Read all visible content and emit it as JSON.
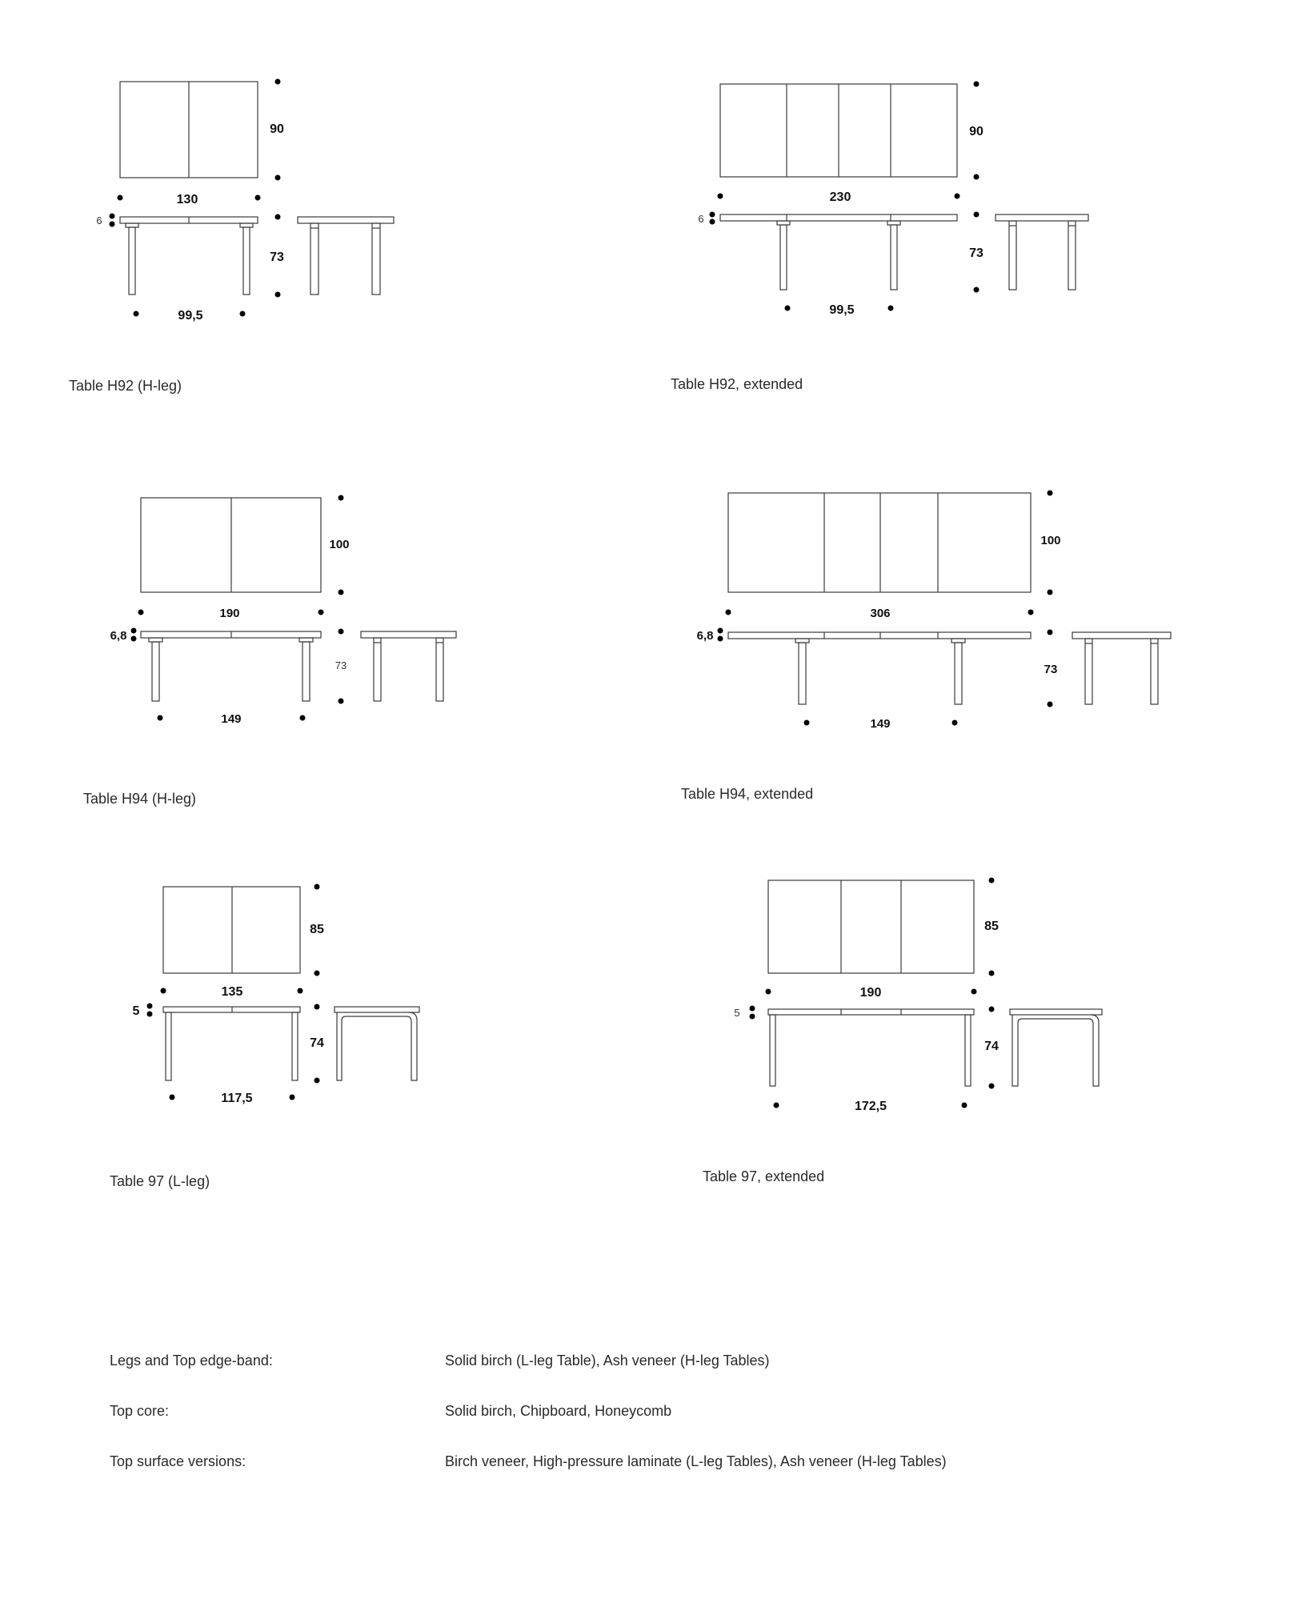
{
  "diagrams": [
    {
      "caption": "Table H92 (H-leg)",
      "depth": "90",
      "length": "130",
      "top_thickness": "6",
      "height": "73",
      "leg_span": "99,5"
    },
    {
      "caption": "Table H92, extended",
      "depth": "90",
      "length": "230",
      "top_thickness": "6",
      "height": "73",
      "leg_span": "99,5"
    },
    {
      "caption": "Table H94 (H-leg)",
      "depth": "100",
      "length": "190",
      "top_thickness": "6,8",
      "height": "73",
      "leg_span": "149"
    },
    {
      "caption": "Table H94, extended",
      "depth": "100",
      "length": "306",
      "top_thickness": "6,8",
      "height": "73",
      "leg_span": "149"
    },
    {
      "caption": "Table 97 (L-leg)",
      "depth": "85",
      "length": "135",
      "top_thickness": "5",
      "height": "74",
      "leg_span": "117,5"
    },
    {
      "caption": "Table 97, extended",
      "depth": "85",
      "length": "190",
      "top_thickness": "5",
      "height": "74",
      "leg_span": "172,5"
    }
  ],
  "specs": [
    {
      "label": "Legs and Top edge-band:",
      "value": "Solid birch (L-leg Table), Ash veneer (H-leg Tables)"
    },
    {
      "label": "Top core:",
      "value": "Solid birch, Chipboard, Honeycomb"
    },
    {
      "label": "Top surface versions:",
      "value": "Birch veneer, High-pressure laminate (L-leg Tables), Ash veneer (H-leg Tables)"
    }
  ]
}
